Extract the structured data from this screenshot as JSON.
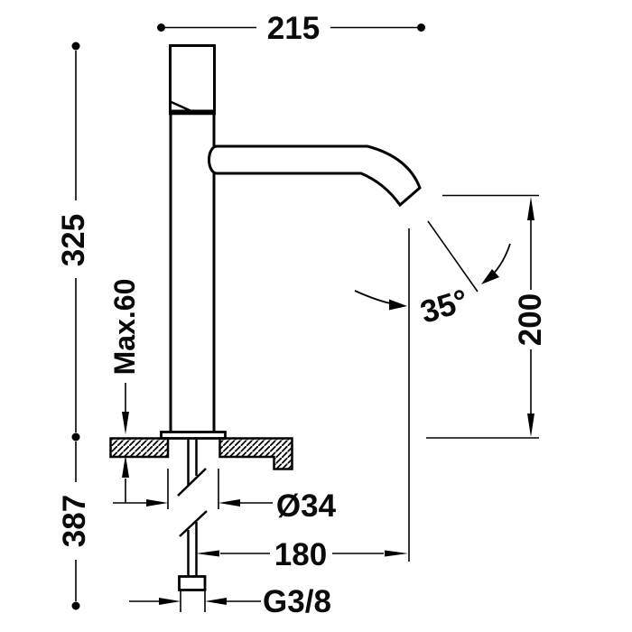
{
  "drawing": {
    "description": "Technical dimension drawing of a tall single-lever basin mixer tap, side view, mounted on a countertop with supply pipe below",
    "colors": {
      "line": "#000000",
      "background": "#ffffff"
    },
    "labels": {
      "overall_width": "215",
      "height_to_spout_top": "325",
      "max_deck_thickness": "Max.60",
      "total_height": "387",
      "spout_angle": "35°",
      "outlet_height_above_deck": "200",
      "body_diameter": "Ø34",
      "spout_projection": "180",
      "inlet_thread": "G3/8"
    }
  }
}
